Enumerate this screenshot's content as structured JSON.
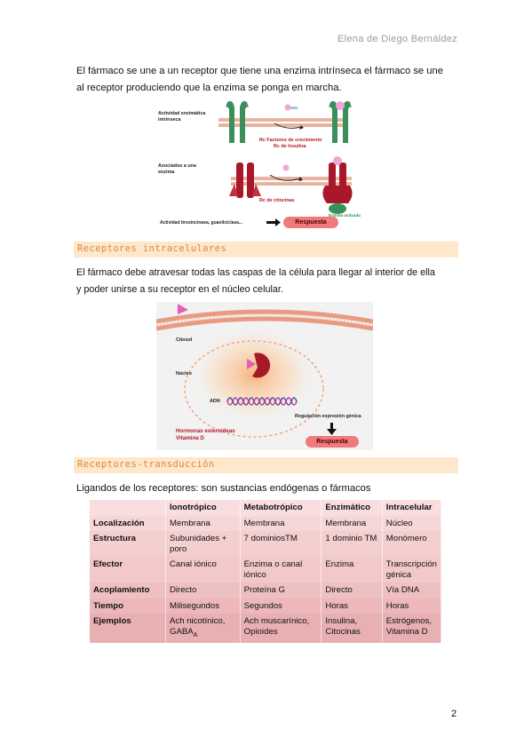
{
  "header": {
    "author": "Elena de Diego Bernáldez"
  },
  "intro": {
    "line1": "El fármaco se une a un receptor que tiene una enzima intrínseca el fármaco se une",
    "line2": "al receptor produciendo que la enzima se ponga en marcha."
  },
  "figure1": {
    "label_actividad": "Actividad enzimática",
    "label_intrinseca": "intrínseca",
    "label_factores": "Rc Factores de crecimiento",
    "label_insulina": "Rc de Insulina",
    "label_asociados": "Asociados a una",
    "label_enzima": "enzima",
    "label_citocinas": "Rc de citocinas",
    "label_enzima_activada": "Enzima activada",
    "label_tirosincinasa": "Actividad tirosincinasa, guanilciclasa...",
    "respuesta": "Respuesta"
  },
  "section1": {
    "title": "Receptores intracelulares",
    "line1": "El fármaco debe atravesar todas las caspas de la célula para llegar al interior de ella",
    "line2": "y poder unirse a su receptor en el núcleo celular."
  },
  "figure2": {
    "citosol": "Citosol",
    "nucleo": "Núcleo",
    "adn": "ADN",
    "regulacion": "Regulación expresión génica",
    "hormonas": "Hormonas esteroideas",
    "vitamina": "Vitamina D",
    "respuesta": "Respuesta"
  },
  "section2": {
    "title": "Receptores-transducción",
    "intro": "Ligandos de los receptores: son sustancias endógenas o fármacos"
  },
  "table": {
    "headers": [
      "",
      "Ionotrópico",
      "Metabotrópico",
      "Enzimático",
      "Intracelular"
    ],
    "rows": [
      {
        "label": "Localización",
        "cells": [
          "Membrana",
          "Membrana",
          "Membrana",
          "Núcleo"
        ]
      },
      {
        "label": "Estructura",
        "cells": [
          "Subunidades + poro",
          "7 dominiosTM",
          "1 dominio TM",
          "Monómero"
        ]
      },
      {
        "label": "Efector",
        "cells": [
          "Canal iónico",
          "Enzima o canal iónico",
          "Enzima",
          "Transcripción génica"
        ]
      },
      {
        "label": "Acoplamiento",
        "cells": [
          "Directo",
          "Proteína G",
          "Directo",
          "Vía DNA"
        ]
      },
      {
        "label": "Tiempo",
        "cells": [
          "Milisegundos",
          "Segundos",
          "Horas",
          "Horas"
        ]
      },
      {
        "label": "Ejemplos",
        "cells": [
          "Ach nicotínico,",
          "Ach muscarínico, Opioides",
          "Insulina, Citocinas",
          "Estrógenos, Vitamina D"
        ]
      }
    ],
    "gaba": "GABA",
    "gaba_sub": "A",
    "row_colors": [
      "#f8dede",
      "#f6d6d6",
      "#f4cfcf",
      "#f2c8c9",
      "#efc0c1",
      "#ecb8ba",
      "#e8b0b2"
    ]
  },
  "footer": {
    "page_number": "2"
  }
}
